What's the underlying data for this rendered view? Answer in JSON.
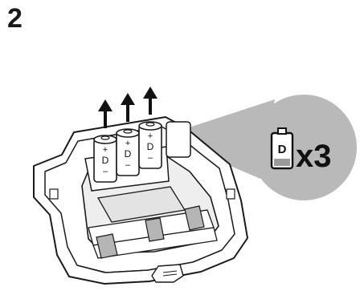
{
  "step": {
    "number": "2"
  },
  "batteries": [
    {
      "label": "D",
      "positive": "+",
      "negative": "–"
    },
    {
      "label": "D",
      "positive": "+",
      "negative": "–"
    },
    {
      "label": "D",
      "positive": "+",
      "negative": "–"
    }
  ],
  "callout": {
    "battery_type": "D",
    "quantity": "x3"
  },
  "colors": {
    "callout_fill": "#b9b9b9",
    "compartment_fill": "#e3e3e3",
    "strap_fill": "#b5b5b5",
    "outline": "#1a1a1a"
  }
}
